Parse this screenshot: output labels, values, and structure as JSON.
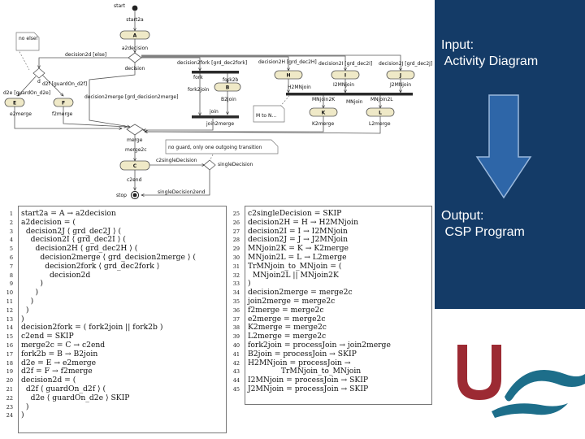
{
  "diagram": {
    "start": "start",
    "start2a": "start2a",
    "A": "A",
    "a2decision": "a2decision",
    "decision": "decision",
    "note_no_else": "no else!",
    "decision2d_else": "decision2d [else]",
    "d": "d",
    "d2f_guard": "d2f [guardOn_d2f]",
    "d2e_guard": "d2e [guardOn_d2e]",
    "E": "E",
    "F": "F",
    "e2merge": "e2merge",
    "f2merge": "f2merge",
    "decision2merge": "decision2merge [grd_decision2merge]",
    "decision2fork": "decision2fork [grd_dec2fork]",
    "fork": "fork",
    "fork2b": "fork2b",
    "fork2join": "fork2join",
    "B": "B",
    "B2join": "B2join",
    "join": "join",
    "join2merge": "join2merge",
    "decision2H": "decision2H [grd_dec2H]",
    "decision2I": "decision2I [grd_dec2I]",
    "decision2J": "decision2J [grd_dec2J]",
    "H": "H",
    "I": "I",
    "J": "J",
    "H2MNjoin": "H2MNjoin",
    "I2MNjoin": "I2MNjoin",
    "J2MNjoin": "J2MNjoin",
    "MNjoin2K": "MNjoin2K",
    "MNjoin": "MNjoin",
    "MNjoin2L": "MNjoin2L",
    "K": "K",
    "L": "L",
    "K2merge": "K2merge",
    "L2merge": "L2merge",
    "note_m_to_n": "M to N...",
    "merge": "merge",
    "merge2c": "merge2c",
    "note_no_guard": "no guard, only one outgoing transition",
    "c2singleDecision": "c2singleDecision",
    "C": "C",
    "singleDecision": "singleDecision",
    "c2end": "c2end",
    "stop": "stop",
    "singleDecision2end": "singleDecision2end"
  },
  "side": {
    "input_title": "Input:\n Activity Diagram",
    "output_title": "Output:\n CSP Program"
  },
  "code_left": [
    {
      "n": "1",
      "t": "start2a = A → a2decision"
    },
    {
      "n": "2",
      "t": "a2decision = ("
    },
    {
      "n": "3",
      "t": "  decision2J ⟨ grd_dec2J ⟩ ("
    },
    {
      "n": "4",
      "t": "    decision2I ⟨ grd_dec2I ⟩ ("
    },
    {
      "n": "5",
      "t": "      decision2H ⟨ grd_dec2H ⟩ ("
    },
    {
      "n": "6",
      "t": "        decision2merge ⟨ grd_decision2merge ⟩ ("
    },
    {
      "n": "7",
      "t": "          decision2fork ⟨ grd_dec2fork ⟩"
    },
    {
      "n": "8",
      "t": "            decision2d"
    },
    {
      "n": "9",
      "t": "        )"
    },
    {
      "n": "10",
      "t": "      )"
    },
    {
      "n": "11",
      "t": "    )"
    },
    {
      "n": "12",
      "t": "  )"
    },
    {
      "n": "13",
      "t": ")"
    },
    {
      "n": "14",
      "t": "decision2fork = ( fork2join || fork2b )"
    },
    {
      "n": "15",
      "t": "c2end = SKIP"
    },
    {
      "n": "16",
      "t": "merge2c = C → c2end"
    },
    {
      "n": "17",
      "t": "fork2b = B → B2join"
    },
    {
      "n": "18",
      "t": "d2e = E → e2merge"
    },
    {
      "n": "19",
      "t": "d2f = F → f2merge"
    },
    {
      "n": "20",
      "t": "decision2d = ("
    },
    {
      "n": "21",
      "t": "  d2f ⟨ guardOn_d2f ⟩ ("
    },
    {
      "n": "22",
      "t": "    d2e ⟨ guardOn_d2e ⟩ SKIP"
    },
    {
      "n": "23",
      "t": "  )"
    },
    {
      "n": "24",
      "t": ")"
    }
  ],
  "code_right": [
    {
      "n": "25",
      "t": "c2singleDecision = SKIP"
    },
    {
      "n": "26",
      "t": "decision2H = H → H2MNjoin"
    },
    {
      "n": "27",
      "t": "decision2I = I → I2MNjoin"
    },
    {
      "n": "28",
      "t": "decision2J = J → J2MNjoin"
    },
    {
      "n": "29",
      "t": "MNjoin2K = K → K2merge"
    },
    {
      "n": "30",
      "t": "MNjoin2L = L → L2merge"
    },
    {
      "n": "31",
      "t": "TrMNjoin_to_MNjoin = ("
    },
    {
      "n": "32",
      "t": "  MNjoin2L || MNjoin2K"
    },
    {
      "n": "33",
      "t": ")"
    },
    {
      "n": "34",
      "t": "decision2merge = merge2c"
    },
    {
      "n": "35",
      "t": "join2merge = merge2c"
    },
    {
      "n": "36",
      "t": "f2merge = merge2c"
    },
    {
      "n": "37",
      "t": "e2merge = merge2c"
    },
    {
      "n": "38",
      "t": "K2merge = merge2c"
    },
    {
      "n": "39",
      "t": "L2merge = merge2c"
    },
    {
      "n": "40",
      "t": "fork2join = processJoin → join2merge"
    },
    {
      "n": "41",
      "t": "B2join = processJoin → SKIP"
    },
    {
      "n": "42",
      "t": "H2MNjoin = processJoin →"
    },
    {
      "n": "43",
      "t": "              TrMNjoin_to_MNjoin"
    },
    {
      "n": "44",
      "t": "I2MNjoin = processJoin → SKIP"
    },
    {
      "n": "45",
      "t": "J2MNjoin = processJoin → SKIP"
    }
  ],
  "colors": {
    "panel": "#143b67",
    "node_fill": "#efe9c7",
    "arrow_blue": "#2e66a8",
    "logo_red": "#9c2a33",
    "logo_teal": "#1d6e8a"
  }
}
